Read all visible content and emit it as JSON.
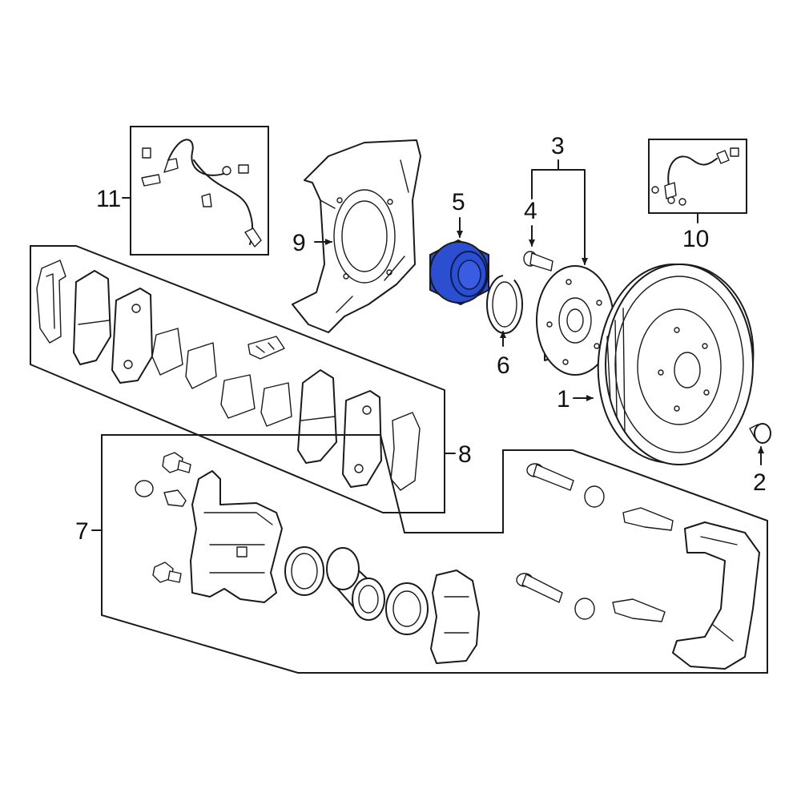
{
  "highlight_color": "#2b4fd0",
  "callouts": {
    "c1": "1",
    "c2": "2",
    "c3": "3",
    "c4": "4",
    "c5": "5",
    "c6": "6",
    "c7": "7",
    "c8": "8",
    "c9": "9",
    "c10": "10",
    "c11": "11"
  },
  "highlighted_part": "5"
}
